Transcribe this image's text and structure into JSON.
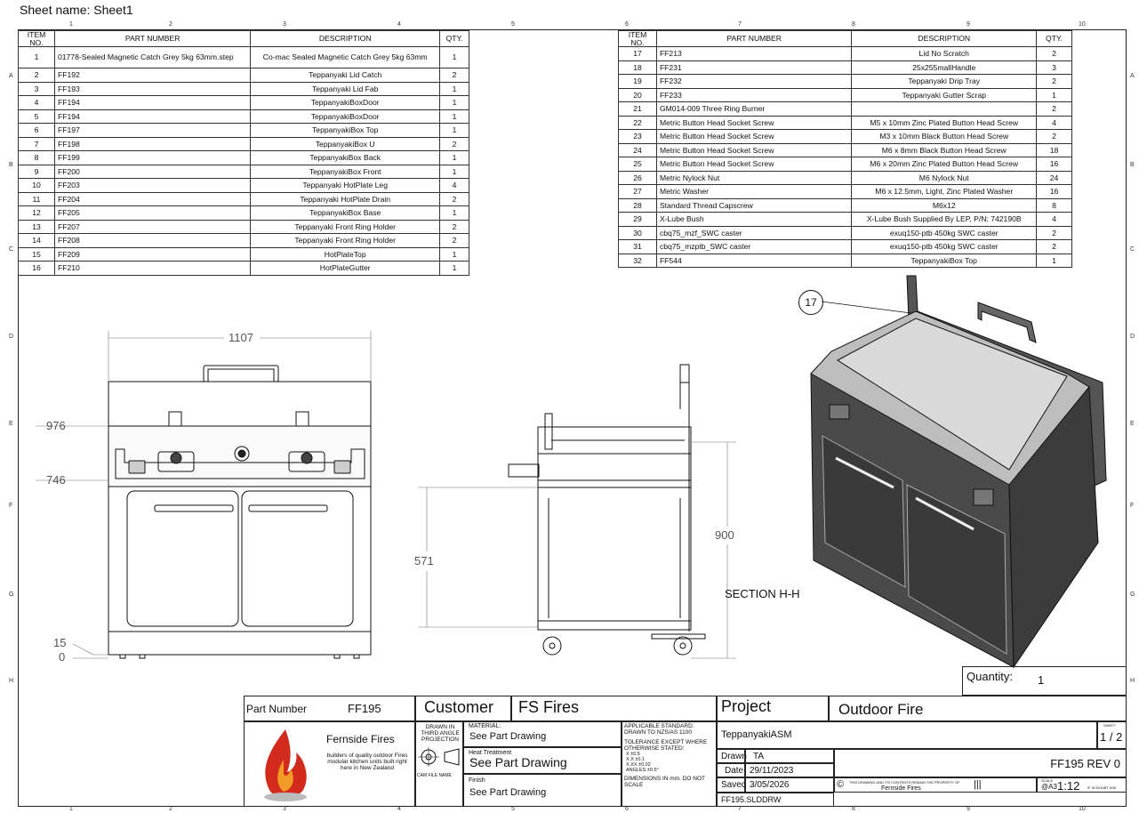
{
  "sheet_title": "Sheet name: Sheet1",
  "zones": {
    "numbers": [
      "1",
      "2",
      "3",
      "4",
      "5",
      "6",
      "7",
      "8",
      "9",
      "10"
    ],
    "letters": [
      "A",
      "B",
      "C",
      "D",
      "E",
      "F",
      "G",
      "H"
    ]
  },
  "bom_headers": {
    "item": "ITEM NO.",
    "part": "PART NUMBER",
    "desc": "DESCRIPTION",
    "qty": "QTY."
  },
  "bom_left": [
    {
      "item": "1",
      "part": "01778-Sealed Magnetic Catch Grey 5kg 63mm.step",
      "desc": "Co-mac Sealed Magnetic Catch Grey 5kg 63mm",
      "qty": "1"
    },
    {
      "item": "2",
      "part": "FF192",
      "desc": "Teppanyaki Lid Catch",
      "qty": "2"
    },
    {
      "item": "3",
      "part": "FF193",
      "desc": "Teppanyaki Lid Fab",
      "qty": "1"
    },
    {
      "item": "4",
      "part": "FF194",
      "desc": "TeppanyakiBoxDoor",
      "qty": "1"
    },
    {
      "item": "5",
      "part": "FF194",
      "desc": "TeppanyakiBoxDoor",
      "qty": "1"
    },
    {
      "item": "6",
      "part": "FF197",
      "desc": "TeppanyakiBox Top",
      "qty": "1"
    },
    {
      "item": "7",
      "part": "FF198",
      "desc": "TeppanyakiBox U",
      "qty": "2"
    },
    {
      "item": "8",
      "part": "FF199",
      "desc": "TeppanyakiBox Back",
      "qty": "1"
    },
    {
      "item": "9",
      "part": "FF200",
      "desc": "TeppanyakiBox Front",
      "qty": "1"
    },
    {
      "item": "10",
      "part": "FF203",
      "desc": "Teppanyaki HotPlate Leg",
      "qty": "4"
    },
    {
      "item": "11",
      "part": "FF204",
      "desc": "Teppanyaki HotPlate Drain",
      "qty": "2"
    },
    {
      "item": "12",
      "part": "FF205",
      "desc": "TeppanyakiBox Base",
      "qty": "1"
    },
    {
      "item": "13",
      "part": "FF207",
      "desc": "Teppanyaki Front Ring Holder",
      "qty": "2"
    },
    {
      "item": "14",
      "part": "FF208",
      "desc": "Teppanyaki Front Ring Holder",
      "qty": "2"
    },
    {
      "item": "15",
      "part": "FF209",
      "desc": "HotPlateTop",
      "qty": "1"
    },
    {
      "item": "16",
      "part": "FF210",
      "desc": "HotPlateGutter",
      "qty": "1"
    }
  ],
  "bom_right": [
    {
      "item": "17",
      "part": "FF213",
      "desc": "Lid No Scratch",
      "qty": "2"
    },
    {
      "item": "18",
      "part": "FF231",
      "desc": "25x255mallHandle",
      "qty": "3"
    },
    {
      "item": "19",
      "part": "FF232",
      "desc": "Teppanyaki Drip Tray",
      "qty": "2"
    },
    {
      "item": "20",
      "part": "FF233",
      "desc": "Teppanyaki Gutter Scrap",
      "qty": "1"
    },
    {
      "item": "21",
      "part": "GM014-009 Three Ring Burner",
      "desc": "",
      "qty": "2"
    },
    {
      "item": "22",
      "part": "Metric Button Head Socket Screw",
      "desc": "M5 x 10mm Zinc Plated Button Head Screw",
      "qty": "4"
    },
    {
      "item": "23",
      "part": "Metric Button Head Socket Screw",
      "desc": "M3 x 10mm Black Button Head Screw",
      "qty": "2"
    },
    {
      "item": "24",
      "part": "Metric Button Head Socket Screw",
      "desc": "M6 x 8mm Black Button Head Screw",
      "qty": "18"
    },
    {
      "item": "25",
      "part": "Metric Button Head Socket Screw",
      "desc": "M6 x 20mm Zinc Plated Button Head Screw",
      "qty": "16"
    },
    {
      "item": "26",
      "part": "Metric Nylock Nut",
      "desc": "M6 Nylock Nut",
      "qty": "24"
    },
    {
      "item": "27",
      "part": "Metric Washer",
      "desc": "M6 x 12.5mm, Light, Zinc Plated Washer",
      "qty": "16"
    },
    {
      "item": "28",
      "part": "Standard Thread Capscrew",
      "desc": "M6x12",
      "qty": "8"
    },
    {
      "item": "29",
      "part": "X-Lube Bush",
      "desc": "X-Lube Bush Supplied By LEP, P/N: 742190B",
      "qty": "4"
    },
    {
      "item": "30",
      "part": "cbq75_mzf_SWC caster",
      "desc": "exuq150-ptb 450kg SWC caster",
      "qty": "2"
    },
    {
      "item": "31",
      "part": "cbq75_mzptb_SWC caster",
      "desc": "exuq150-ptb 450kg SWC caster",
      "qty": "2"
    },
    {
      "item": "32",
      "part": "FF544",
      "desc": "TeppanyakiBox Top",
      "qty": "1"
    }
  ],
  "balloon": "17",
  "dimensions": {
    "width": "1107",
    "h976": "976",
    "h746": "746",
    "h571": "571",
    "h900": "900",
    "h15": "15",
    "h0": "0"
  },
  "section_label": "SECTION H-H",
  "title_block": {
    "quantity_label": "Quantity:",
    "quantity": "1",
    "part_number_label": "Part Number",
    "part_number": "FF195",
    "customer_label": "Customer",
    "customer": "FS Fires",
    "project_label": "Project",
    "project": "Outdoor Fire",
    "company": "Fernside Fires",
    "tagline": "builders of quality outdoor Fires modular kitchen units built right here in New Zealand",
    "projection": "DRAWN IN THIRD ANGLE PROJECTION",
    "cam_file": "CAM FILE NAME",
    "material_label": "MATERIAL:",
    "material": "See Part Drawing",
    "heat_label": "Heat Treatment",
    "heat": "See Part Drawing",
    "finish_label": "Finish",
    "finish": "See Part Drawing",
    "standard": "APPLICABLE STANDARD: DRAWN TO NZS/AS 1100",
    "tolerance": "TOLERANCE EXCEPT WHERE OTHERWISE STATED:",
    "tol_lines": "X ±0.5\nX.X ±0.1\nX.XX ±0.02\nANGLES ±0.5°",
    "dims_note": "DIMENSIONS IN mm. DO NOT SCALE",
    "assembly": "TeppanyakiASM",
    "sheet_label": "SHEET",
    "sheet": "1 / 2",
    "drawn_label": "Drawn",
    "drawn": "TA",
    "date_label": "Date",
    "date": "29/11/2023",
    "saved_label": "Saved",
    "saved": "3/05/2026",
    "rev": "FF195 REV 0",
    "copyright": "THIS DRAWING AND ITS CONTENTS REMAIN THE PROPERTY OF",
    "copyright_company": "Fernside Fires",
    "scale_label": "SCALE",
    "paper": "@A3",
    "scale": "1:12",
    "doubt": "IF IN DOUBT ASK",
    "filename": "FF195.SLDDRW"
  }
}
